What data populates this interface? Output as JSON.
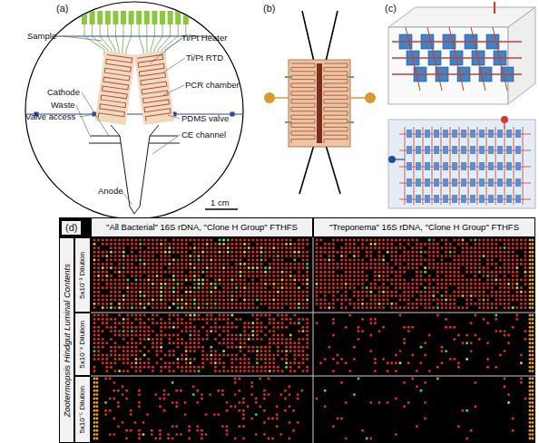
{
  "diagram": {
    "nodes": [
      {
        "text": [
          "\"All Bacterial\" 16S rDNA, \"Clone H Group\" FTHFS"
        ]
      },
      {
        "text": [
          "\"Treponema\" 16S rDNA, \"Clone H Group\" FTHFS"
        ]
      },
      {
        "text": [
          "Zootermopsis Hindgut Luminal Contents"
        ]
      },
      {
        "text": [
          "5x10⁻³ Dilution"
        ]
      },
      {
        "text": [
          "5x10⁻⁴ Dilution"
        ]
      },
      {
        "text": [
          "5x10⁻⁵ Dilution"
        ]
      }
    ],
    "labels": [
      "(a)",
      "Sample",
      "Ti/Pt Heater",
      "Ti/Pt RTD",
      "Cathode",
      "PCR chamber",
      "Waste",
      "Valve access",
      "PDMS valve",
      "CE channel",
      "Anode",
      "1 cm",
      "(b)",
      "(c)",
      "(d)"
    ]
  }
}
